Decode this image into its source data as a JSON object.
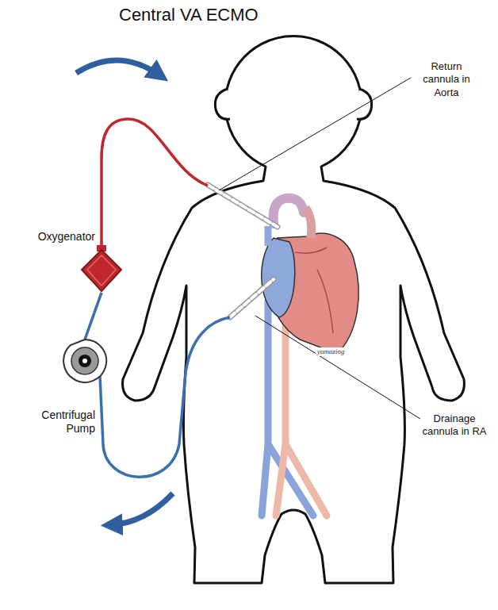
{
  "diagram": {
    "title": "Central VA ECMO",
    "nodes": [
      {
        "text": [
          "Oxygenator"
        ]
      },
      {
        "text": [
          "Centrifugal Pump"
        ]
      }
    ],
    "edges": [
      {
        "from": 1,
        "to": 0,
        "arrow": "none"
      }
    ],
    "labels": [
      "Return cannula in Aorta",
      "Drainage cannula in RA",
      "yamazing"
    ]
  }
}
